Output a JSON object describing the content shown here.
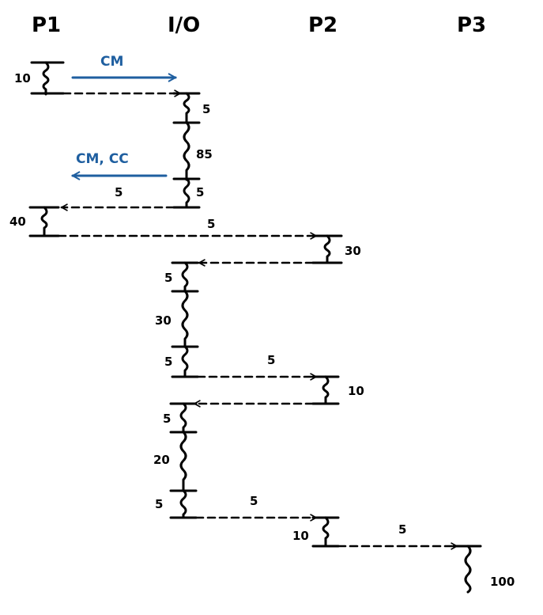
{
  "colors": {
    "ink": "#000000",
    "accent": "#1f5fa0"
  },
  "headers": {
    "p1": "P1",
    "io": "I/O",
    "p2": "P2",
    "p3": "P3"
  },
  "messages": {
    "first": "CM",
    "second": "CM, CC"
  },
  "labels": {
    "p1_first_burst": "10",
    "io_first_short": "5",
    "io_long": "85",
    "io_end": "5",
    "return_to_p1": "5",
    "p1_second_burst": "40",
    "to_p2_first": "5",
    "p2_first_burst": "30",
    "io2_start": "5",
    "io2_mid": "30",
    "io2_end": "5",
    "to_p2_second": "5",
    "p2_second_burst": "10",
    "io3_start": "5",
    "io3_mid": "20",
    "io3_end": "5",
    "to_p2_third": "5",
    "p2_third_burst": "10",
    "to_p3": "5",
    "p3_burst": "100"
  }
}
